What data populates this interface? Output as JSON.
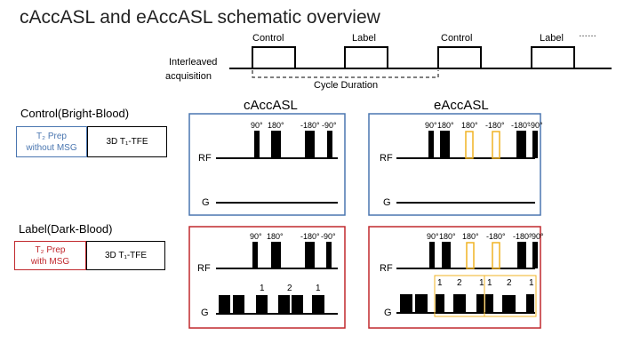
{
  "title": "cAccASL and eAccASL schematic overview",
  "timeline": {
    "row_label_line1": "Interleaved",
    "row_label_line2": "acquisition",
    "blocks": [
      "Control",
      "Label",
      "Control",
      "Label"
    ],
    "ellipsis": "……",
    "cycle_label": "Cycle Duration"
  },
  "control_row": {
    "heading": "Control(Bright-Blood)",
    "prep_line1": "T₂ Prep",
    "prep_line2": "without MSG",
    "readout": "3D T₁-TFE",
    "color": "#4a76b0"
  },
  "label_row": {
    "heading": "Label(Dark-Blood)",
    "prep_line1": "T₂ Prep",
    "prep_line2": "with MSG",
    "readout": "3D T₁-TFE",
    "color": "#c0282d"
  },
  "columns": {
    "caccasl": "cAccASL",
    "eaccasl": "eAccASL"
  },
  "axes": {
    "rf": "RF",
    "g": "G"
  },
  "pulses": {
    "caccasl": [
      "90°",
      "180°",
      "-180°",
      "-90°"
    ],
    "eaccasl": [
      "90°",
      "180°",
      "180°",
      "-180°",
      "-180°",
      "-90°"
    ]
  },
  "gradient_labels": {
    "caccasl": [
      "1",
      "2",
      "1"
    ],
    "eaccasl": [
      "1",
      "2",
      "1",
      "1",
      "2",
      "1"
    ]
  },
  "colors": {
    "control_border": "#4a76b0",
    "label_border": "#c0282d",
    "extra_pulse": "#f0b323"
  }
}
